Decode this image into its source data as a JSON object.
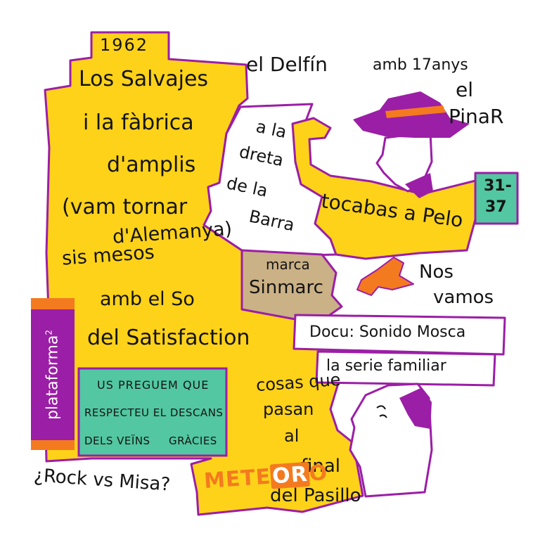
{
  "colors": {
    "yellow": "#ffd21a",
    "purple": "#9b1ea6",
    "orange": "#f47a1f",
    "green": "#52c7a1",
    "tan": "#cbb186",
    "skin": "#ffffff",
    "ink": "#141414"
  },
  "icons": {
    "man_hat": "man-in-fedora-hat-illustration",
    "bald_man": "bald-man-head-illustration",
    "flag": "orange-flag-shape"
  },
  "left_block": {
    "year": "1962",
    "lines": [
      "Los Salvajes",
      "i la fàbrica",
      "d'amplis",
      "(vam tornar",
      "d'Alemanya)",
      "sis mesos",
      "amb el So",
      "del Satisfaction"
    ]
  },
  "delfin": "el Delfín",
  "pinar": {
    "lines": [
      "amb 17anys",
      "el",
      "PinaR"
    ]
  },
  "barra": {
    "lines": [
      "a la",
      "dreta",
      "de la",
      "Barra"
    ]
  },
  "tocabas": "tocabas a Pelo",
  "badge": {
    "lines": [
      "31-",
      "37"
    ]
  },
  "marca": {
    "lines": [
      "marca",
      "Sinmarc"
    ]
  },
  "nos_vamos": {
    "lines": [
      "Nos",
      "vamos"
    ]
  },
  "docu": {
    "line1": "Docu: Sonido Mosca",
    "line2": "la serie familiar"
  },
  "plataforma": {
    "label": "plataforma",
    "sup": "2"
  },
  "notice": {
    "lines": [
      "US PREGUEM QUE",
      "RESPECTEU EL DESCANS",
      "DELS VEÏNS",
      "GRÀCIES"
    ]
  },
  "cosas": {
    "lines": [
      "cosas que",
      "pasan",
      "al",
      "final",
      "del Pasillo"
    ]
  },
  "rock": "¿Rock vs Misa?",
  "meteoro": {
    "pre": "METE",
    "mid": "OR",
    "post": "O"
  }
}
